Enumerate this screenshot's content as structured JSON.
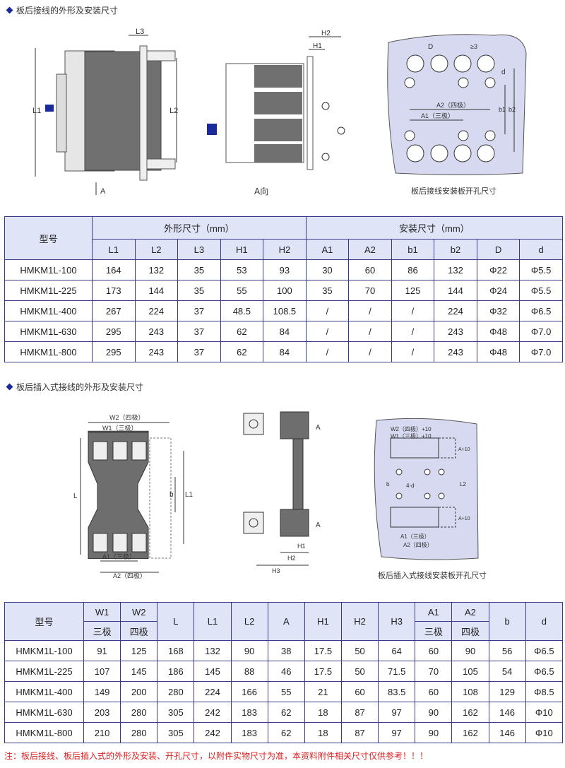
{
  "section1": {
    "title": "板后接线的外形及安装尺寸",
    "side_view": {
      "labels": [
        "L3",
        "L1",
        "L2"
      ],
      "arrow_label": "A"
    },
    "a_view": {
      "labels": [
        "H2",
        "H1"
      ],
      "caption": "A向"
    },
    "cutout": {
      "labels": [
        "D",
        "≥3",
        "d",
        "A2（四极）",
        "A1（三极）",
        "b1",
        "b2"
      ],
      "caption": "板后接线安装板开孔尺寸"
    }
  },
  "table1": {
    "model_header": "型号",
    "group1": "外形尺寸（mm）",
    "group2": "安装尺寸（mm）",
    "columns": [
      "L1",
      "L2",
      "L3",
      "H1",
      "H2",
      "A1",
      "A2",
      "b1",
      "b2",
      "D",
      "d"
    ],
    "rows": [
      [
        "HMKM1L-100",
        "164",
        "132",
        "35",
        "53",
        "93",
        "30",
        "60",
        "86",
        "132",
        "Φ22",
        "Φ5.5"
      ],
      [
        "HMKM1L-225",
        "173",
        "144",
        "35",
        "55",
        "100",
        "35",
        "70",
        "125",
        "144",
        "Φ24",
        "Φ5.5"
      ],
      [
        "HMKM1L-400",
        "267",
        "224",
        "37",
        "48.5",
        "108.5",
        "/",
        "/",
        "/",
        "224",
        "Φ32",
        "Φ6.5"
      ],
      [
        "HMKM1L-630",
        "295",
        "243",
        "37",
        "62",
        "84",
        "/",
        "/",
        "/",
        "243",
        "Φ48",
        "Φ7.0"
      ],
      [
        "HMKM1L-800",
        "295",
        "243",
        "37",
        "62",
        "84",
        "/",
        "/",
        "/",
        "243",
        "Φ48",
        "Φ7.0"
      ]
    ]
  },
  "section2": {
    "title": "板后插入式接线的外形及安装尺寸",
    "front_view": {
      "labels": [
        "W2（四极）",
        "W1（三极）",
        "L",
        "b",
        "L1",
        "A1（三极）",
        "A2（四极）"
      ]
    },
    "side_view": {
      "labels": [
        "A",
        "A",
        "H1",
        "H2",
        "H3"
      ]
    },
    "cutout": {
      "labels": [
        "W2（四极）+10",
        "W1（三极）+10",
        "A+10",
        "L2",
        "b",
        "4-d",
        "A+10",
        "A1（三极）",
        "A2（四极）"
      ],
      "caption": "板后插入式接线安装板开孔尺寸"
    }
  },
  "table2": {
    "model_header": "型号",
    "columns": [
      "W1",
      "W2",
      "L",
      "L1",
      "L2",
      "A",
      "H1",
      "H2",
      "H3",
      "A1",
      "A2",
      "b",
      "d"
    ],
    "subheaders": {
      "W1": "三极",
      "W2": "四极",
      "A1": "三极",
      "A2": "四极"
    },
    "rows": [
      [
        "HMKM1L-100",
        "91",
        "125",
        "168",
        "132",
        "90",
        "38",
        "17.5",
        "50",
        "64",
        "60",
        "90",
        "56",
        "Φ6.5"
      ],
      [
        "HMKM1L-225",
        "107",
        "145",
        "186",
        "145",
        "88",
        "46",
        "17.5",
        "50",
        "71.5",
        "70",
        "105",
        "54",
        "Φ6.5"
      ],
      [
        "HMKM1L-400",
        "149",
        "200",
        "280",
        "224",
        "166",
        "55",
        "21",
        "60",
        "83.5",
        "60",
        "108",
        "129",
        "Φ8.5"
      ],
      [
        "HMKM1L-630",
        "203",
        "280",
        "305",
        "242",
        "183",
        "62",
        "18",
        "87",
        "97",
        "90",
        "162",
        "146",
        "Φ10"
      ],
      [
        "HMKM1L-800",
        "210",
        "280",
        "305",
        "242",
        "183",
        "62",
        "18",
        "87",
        "97",
        "90",
        "162",
        "146",
        "Φ10"
      ]
    ]
  },
  "note": "注：板后接线、板后插入式的外形及安装、开孔尺寸，以附件实物尺寸为准，本资料附件相关尺寸仅供参考！！！",
  "colors": {
    "header_bg": "#e0e4f7",
    "border": "#3a3a8a",
    "accent": "#1a2a9a",
    "note": "#e02020",
    "plate": "#d6d9ef",
    "body_dark": "#6e6e6e"
  }
}
